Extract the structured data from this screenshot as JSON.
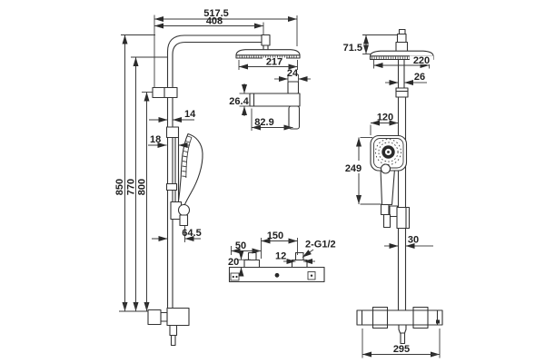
{
  "drawing": {
    "kind": "technical-dimension-drawing",
    "subject": "shower column system",
    "background_color": "#ffffff",
    "line_color": "#333333",
    "text_color": "#1f1f1f"
  },
  "dimensions": {
    "side_view": {
      "overall_width": "517.5",
      "arm_reach": "408",
      "head_width": "217",
      "pipe_diameter": "14",
      "slide_diameter": "18",
      "total_height": "850",
      "head_height": "770",
      "rail_height": "800",
      "handset_offset": "64.5"
    },
    "front_view": {
      "head_assembly_height": "71.5",
      "head_width": "220",
      "upper_pipe_width": "26",
      "handset_width": "120",
      "handset_length": "249",
      "lower_pipe_width": "30",
      "valve_width": "295"
    },
    "bracket_detail": {
      "tab_width": "24",
      "height": "26.4",
      "length": "82.9"
    },
    "valve_detail": {
      "inlet_spacing": "150",
      "left_offset": "50",
      "stub_height": "20",
      "neck_width": "12",
      "thread_spec": "2-G1/2"
    }
  }
}
